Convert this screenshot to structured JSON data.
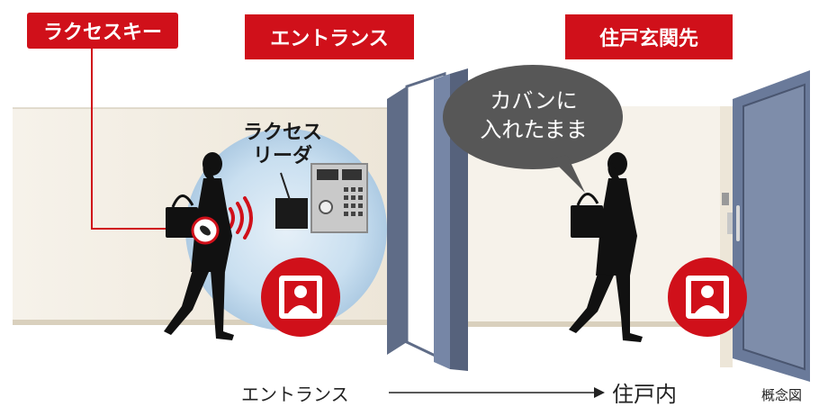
{
  "labels": {
    "raku_key": "ラクセスキー",
    "entrance": "エントランス",
    "front_door": "住戸玄関先"
  },
  "reader": {
    "line1": "ラクセス",
    "line2": "リーダ"
  },
  "bubble": {
    "line1": "カバンに",
    "line2": "入れたまま"
  },
  "flow": {
    "from": "エントランス",
    "to": "住戸内"
  },
  "note": "概念図",
  "colors": {
    "accent_red": "#d0101a",
    "wall": "#f2ede4",
    "door": "#6a7a9a",
    "bubble": "#555555",
    "glow": "#c4dcee"
  }
}
